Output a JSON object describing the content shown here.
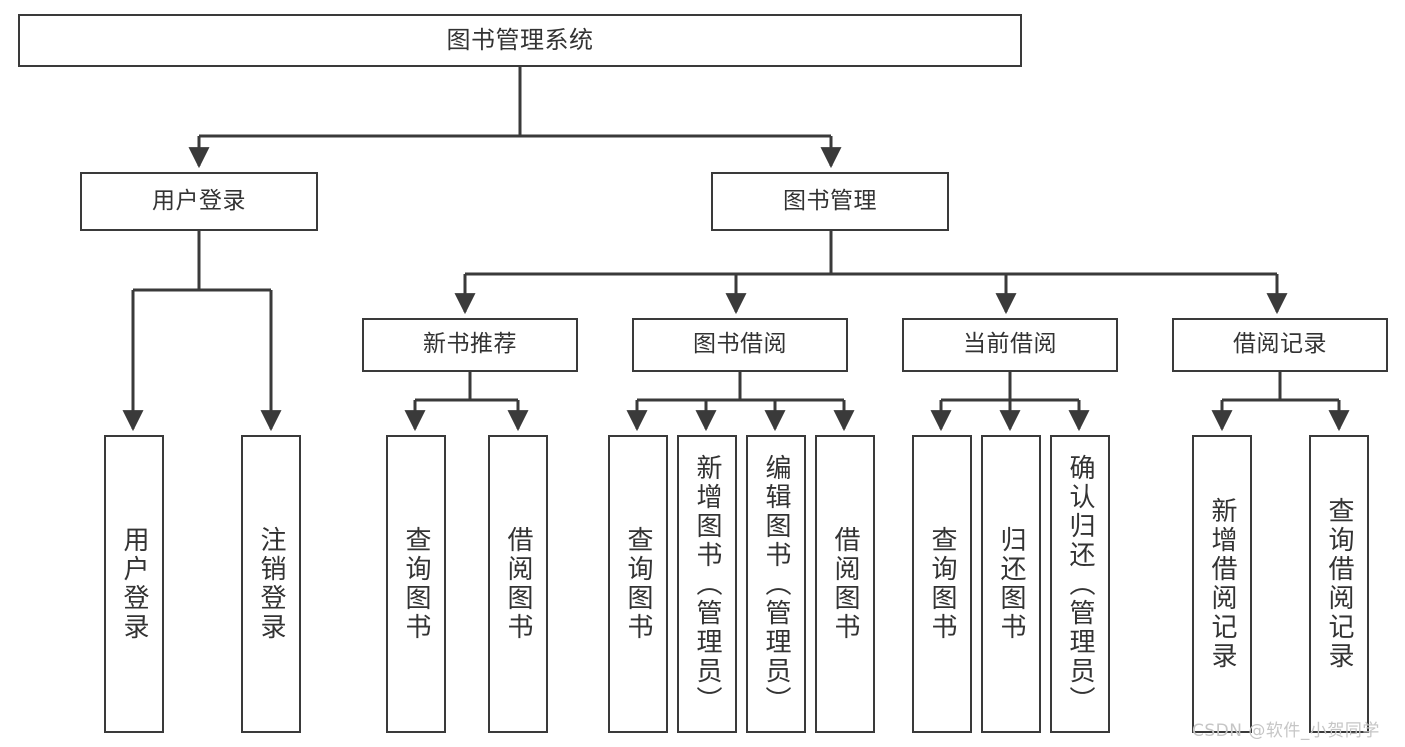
{
  "diagram": {
    "type": "tree-hierarchy-chart",
    "title": "图书管理系统",
    "theme": {
      "background": "#ffffff",
      "box_border": "#3a3a3a",
      "box_fill": "#ffffff",
      "text": "#333333",
      "connector": "#3a3a3a",
      "watermark": "#c6c6c6"
    },
    "root": {
      "id": "root",
      "label": "图书管理系统"
    },
    "level1": [
      {
        "id": "user-login",
        "label": "用户登录"
      },
      {
        "id": "book-manage",
        "label": "图书管理"
      }
    ],
    "level2": [
      {
        "id": "new-book-recommend",
        "label": "新书推荐",
        "parent": "book-manage"
      },
      {
        "id": "book-borrow",
        "label": "图书借阅",
        "parent": "book-manage"
      },
      {
        "id": "current-borrow",
        "label": "当前借阅",
        "parent": "book-manage"
      },
      {
        "id": "borrow-record",
        "label": "借阅记录",
        "parent": "book-manage"
      }
    ],
    "leaves": [
      {
        "id": "leaf-user-login",
        "label": "用户登录",
        "parent": "user-login"
      },
      {
        "id": "leaf-logout-login",
        "label": "注销登录",
        "parent": "user-login"
      },
      {
        "id": "leaf-query-book-1",
        "label": "查询图书",
        "parent": "new-book-recommend"
      },
      {
        "id": "leaf-borrow-book-1",
        "label": "借阅图书",
        "parent": "new-book-recommend"
      },
      {
        "id": "leaf-query-book-2",
        "label": "查询图书",
        "parent": "book-borrow"
      },
      {
        "id": "leaf-add-book",
        "label": "新增图书（管理员）",
        "parent": "book-borrow"
      },
      {
        "id": "leaf-edit-book",
        "label": "编辑图书（管理员）",
        "parent": "book-borrow"
      },
      {
        "id": "leaf-borrow-book-2",
        "label": "借阅图书",
        "parent": "book-borrow"
      },
      {
        "id": "leaf-query-book-3",
        "label": "查询图书",
        "parent": "current-borrow"
      },
      {
        "id": "leaf-return-book",
        "label": "归还图书",
        "parent": "current-borrow"
      },
      {
        "id": "leaf-confirm-return",
        "label": "确认归还（管理员）",
        "parent": "current-borrow"
      },
      {
        "id": "leaf-add-record",
        "label": "新增借阅记录",
        "parent": "borrow-record"
      },
      {
        "id": "leaf-query-record",
        "label": "查询借阅记录",
        "parent": "borrow-record"
      }
    ],
    "watermark": "CSDN @软件_小贺同学"
  }
}
